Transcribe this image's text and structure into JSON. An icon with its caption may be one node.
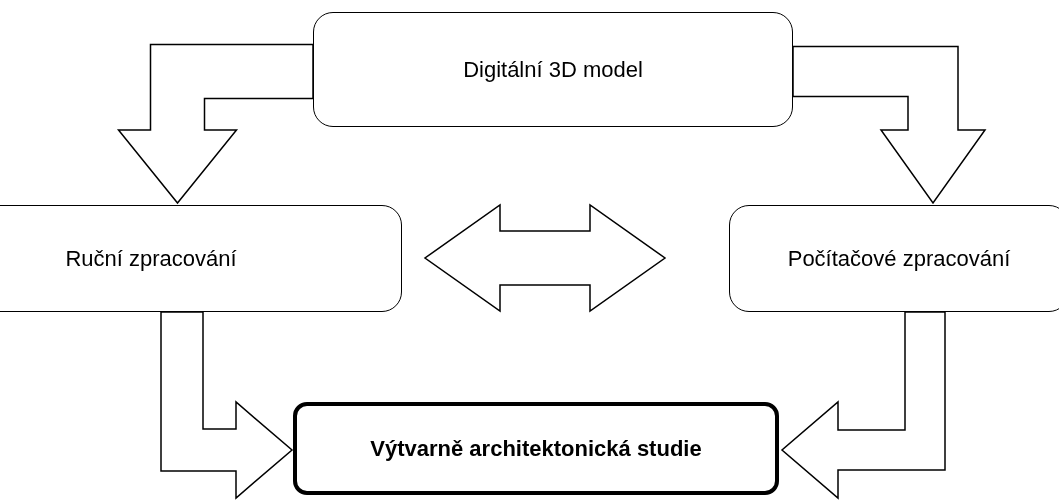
{
  "diagram": {
    "nodes": [
      {
        "text": [
          "Digitální 3D model"
        ]
      },
      {
        "text": [
          "Ruční zpracování"
        ]
      },
      {
        "text": [
          "Počítačové zpracování"
        ]
      },
      {
        "text": [
          "Výtvarně architektonická studie"
        ]
      }
    ],
    "edges": [
      {
        "from": 0,
        "to": 1,
        "arrow": "to"
      },
      {
        "from": 0,
        "to": 2,
        "arrow": "to"
      },
      {
        "from": 1,
        "to": 2,
        "arrow": "both"
      },
      {
        "from": 1,
        "to": 3,
        "arrow": "to"
      },
      {
        "from": 2,
        "to": 3,
        "arrow": "to"
      }
    ]
  }
}
